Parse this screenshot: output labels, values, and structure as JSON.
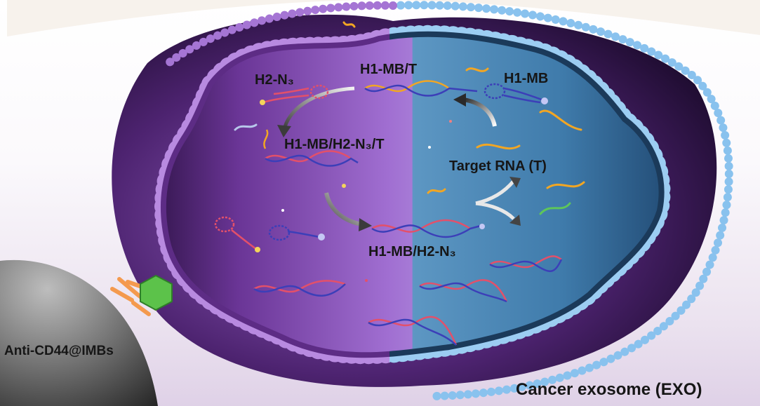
{
  "labels": {
    "h1mb_t": "H1-MB/T",
    "h2_n3": "H2-N₃",
    "h1mb": "H1-MB",
    "h1mb_h2n3_t": "H1-MB/H2-N₃/T",
    "target_rna": "Target RNA (T)",
    "h1mb_h2n3": "H1-MB/H2-N₃",
    "anti_cd44": "Anti-CD44@IMBs",
    "cancer_exosome": "Cancer exosome (EXO)"
  },
  "colors": {
    "purple_half": "#8a4fb8",
    "blue_half": "#3f7fae",
    "membrane_purple": "#9d63cc",
    "membrane_blue": "#79b6e4",
    "strand_red": "#e3506a",
    "strand_blue": "#3c3fb8",
    "target_orange": "#f2a623",
    "target_green": "#5ec65a",
    "antibody_orange": "#f49a4e",
    "antigen_green": "#5cc24a"
  }
}
